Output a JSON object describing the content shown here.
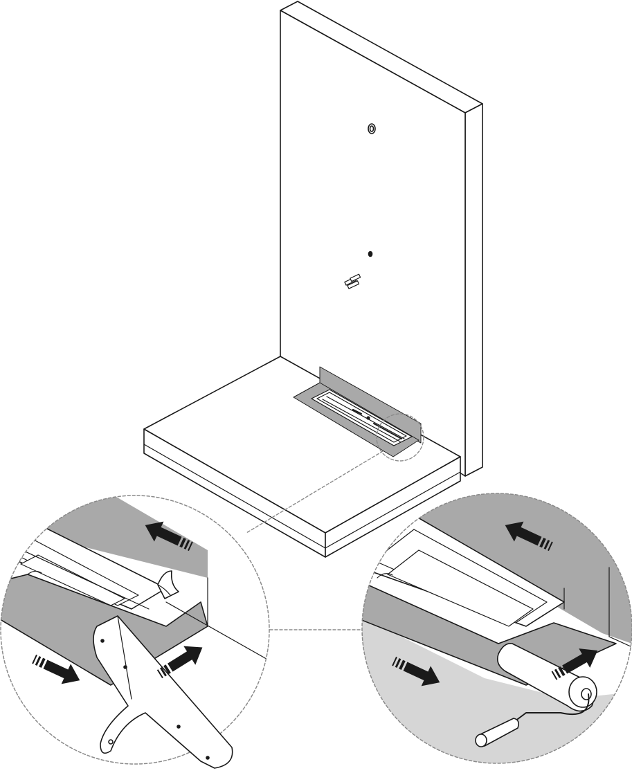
{
  "figure": {
    "subject": "shower-drain-waterproofing-installation",
    "colors": {
      "line": "#1a1a1a",
      "membrane": "#a9a9a9",
      "membrane_light": "#d6d6d6",
      "surface": "#ffffff",
      "arrow": "#1a1a1a",
      "detail_border": "#8a8a8a"
    },
    "icons": [
      "wall",
      "floor-slab",
      "linear-drain",
      "membrane-tape",
      "pipe-outlet",
      "wall-anchors",
      "detail-magnifier-left",
      "detail-magnifier-right",
      "spatula-tool",
      "paint-roller-tool",
      "direction-arrow"
    ]
  }
}
